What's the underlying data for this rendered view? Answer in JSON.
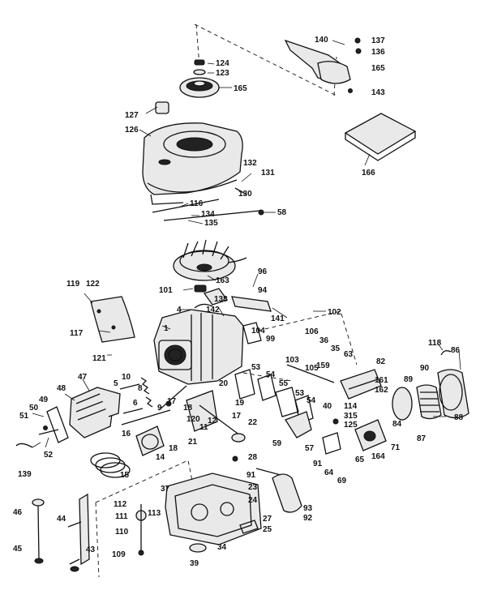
{
  "labels": [
    {
      "id": "140",
      "text": "140"
    },
    {
      "id": "137",
      "text": "137"
    },
    {
      "id": "136",
      "text": "136"
    },
    {
      "id": "165a",
      "text": "165"
    },
    {
      "id": "143",
      "text": "143"
    },
    {
      "id": "124",
      "text": "124"
    },
    {
      "id": "123",
      "text": "123"
    },
    {
      "id": "165b",
      "text": "165"
    },
    {
      "id": "127",
      "text": "127"
    },
    {
      "id": "126",
      "text": "126"
    },
    {
      "id": "166",
      "text": "166"
    },
    {
      "id": "132",
      "text": "132"
    },
    {
      "id": "131",
      "text": "131"
    },
    {
      "id": "130",
      "text": "130"
    },
    {
      "id": "116",
      "text": "116"
    },
    {
      "id": "134",
      "text": "134"
    },
    {
      "id": "135",
      "text": "135"
    },
    {
      "id": "58",
      "text": "58"
    },
    {
      "id": "96",
      "text": "96"
    },
    {
      "id": "163",
      "text": "163"
    },
    {
      "id": "119",
      "text": "119"
    },
    {
      "id": "122",
      "text": "122"
    },
    {
      "id": "101",
      "text": "101"
    },
    {
      "id": "94",
      "text": "94"
    },
    {
      "id": "138",
      "text": "138"
    },
    {
      "id": "4",
      "text": "4"
    },
    {
      "id": "142",
      "text": "142"
    },
    {
      "id": "141",
      "text": "141"
    },
    {
      "id": "102",
      "text": "102"
    },
    {
      "id": "117",
      "text": "117"
    },
    {
      "id": "1",
      "text": "1"
    },
    {
      "id": "104",
      "text": "104"
    },
    {
      "id": "99",
      "text": "99"
    },
    {
      "id": "106",
      "text": "106"
    },
    {
      "id": "36",
      "text": "36"
    },
    {
      "id": "35",
      "text": "35"
    },
    {
      "id": "118",
      "text": "118"
    },
    {
      "id": "86",
      "text": "86"
    },
    {
      "id": "121",
      "text": "121"
    },
    {
      "id": "103",
      "text": "103"
    },
    {
      "id": "105",
      "text": "105"
    },
    {
      "id": "63",
      "text": "63"
    },
    {
      "id": "82",
      "text": "82"
    },
    {
      "id": "90",
      "text": "90"
    },
    {
      "id": "89",
      "text": "89"
    },
    {
      "id": "53a",
      "text": "53"
    },
    {
      "id": "54a",
      "text": "54"
    },
    {
      "id": "159",
      "text": "159"
    },
    {
      "id": "161",
      "text": "161"
    },
    {
      "id": "162",
      "text": "162"
    },
    {
      "id": "55",
      "text": "55"
    },
    {
      "id": "47",
      "text": "47"
    },
    {
      "id": "48",
      "text": "48"
    },
    {
      "id": "5",
      "text": "5"
    },
    {
      "id": "10",
      "text": "10"
    },
    {
      "id": "8",
      "text": "8"
    },
    {
      "id": "20",
      "text": "20"
    },
    {
      "id": "53b",
      "text": "53"
    },
    {
      "id": "54b",
      "text": "54"
    },
    {
      "id": "50",
      "text": "50"
    },
    {
      "id": "49",
      "text": "49"
    },
    {
      "id": "114",
      "text": "114"
    },
    {
      "id": "88",
      "text": "88"
    },
    {
      "id": "6",
      "text": "6"
    },
    {
      "id": "17a",
      "text": "17"
    },
    {
      "id": "19a",
      "text": "19"
    },
    {
      "id": "40",
      "text": "40"
    },
    {
      "id": "315",
      "text": "315"
    },
    {
      "id": "51",
      "text": "51"
    },
    {
      "id": "9",
      "text": "9"
    },
    {
      "id": "125",
      "text": "125"
    },
    {
      "id": "84",
      "text": "84"
    },
    {
      "id": "87",
      "text": "87"
    },
    {
      "id": "18a",
      "text": "18"
    },
    {
      "id": "12",
      "text": "12"
    },
    {
      "id": "17b",
      "text": "17"
    },
    {
      "id": "22",
      "text": "22"
    },
    {
      "id": "120",
      "text": "120"
    },
    {
      "id": "16",
      "text": "16"
    },
    {
      "id": "11",
      "text": "11"
    },
    {
      "id": "59",
      "text": "59"
    },
    {
      "id": "57",
      "text": "57"
    },
    {
      "id": "52",
      "text": "52"
    },
    {
      "id": "71",
      "text": "71"
    },
    {
      "id": "21",
      "text": "21"
    },
    {
      "id": "65",
      "text": "65"
    },
    {
      "id": "164",
      "text": "164"
    },
    {
      "id": "14",
      "text": "14"
    },
    {
      "id": "18b",
      "text": "18"
    },
    {
      "id": "91a",
      "text": "91"
    },
    {
      "id": "139",
      "text": "139"
    },
    {
      "id": "28",
      "text": "28"
    },
    {
      "id": "64",
      "text": "64"
    },
    {
      "id": "69",
      "text": "69"
    },
    {
      "id": "15",
      "text": "15"
    },
    {
      "id": "91b",
      "text": "91"
    },
    {
      "id": "23",
      "text": "23"
    },
    {
      "id": "37",
      "text": "37"
    },
    {
      "id": "112",
      "text": "112"
    },
    {
      "id": "113",
      "text": "113"
    },
    {
      "id": "24",
      "text": "24"
    },
    {
      "id": "93",
      "text": "93"
    },
    {
      "id": "46",
      "text": "46"
    },
    {
      "id": "44",
      "text": "44"
    },
    {
      "id": "111",
      "text": "111"
    },
    {
      "id": "92",
      "text": "92"
    },
    {
      "id": "27",
      "text": "27"
    },
    {
      "id": "110",
      "text": "110"
    },
    {
      "id": "25",
      "text": "25"
    },
    {
      "id": "43",
      "text": "43"
    },
    {
      "id": "109",
      "text": "109"
    },
    {
      "id": "34",
      "text": "34"
    },
    {
      "id": "45",
      "text": "45"
    },
    {
      "id": "39",
      "text": "39"
    }
  ]
}
